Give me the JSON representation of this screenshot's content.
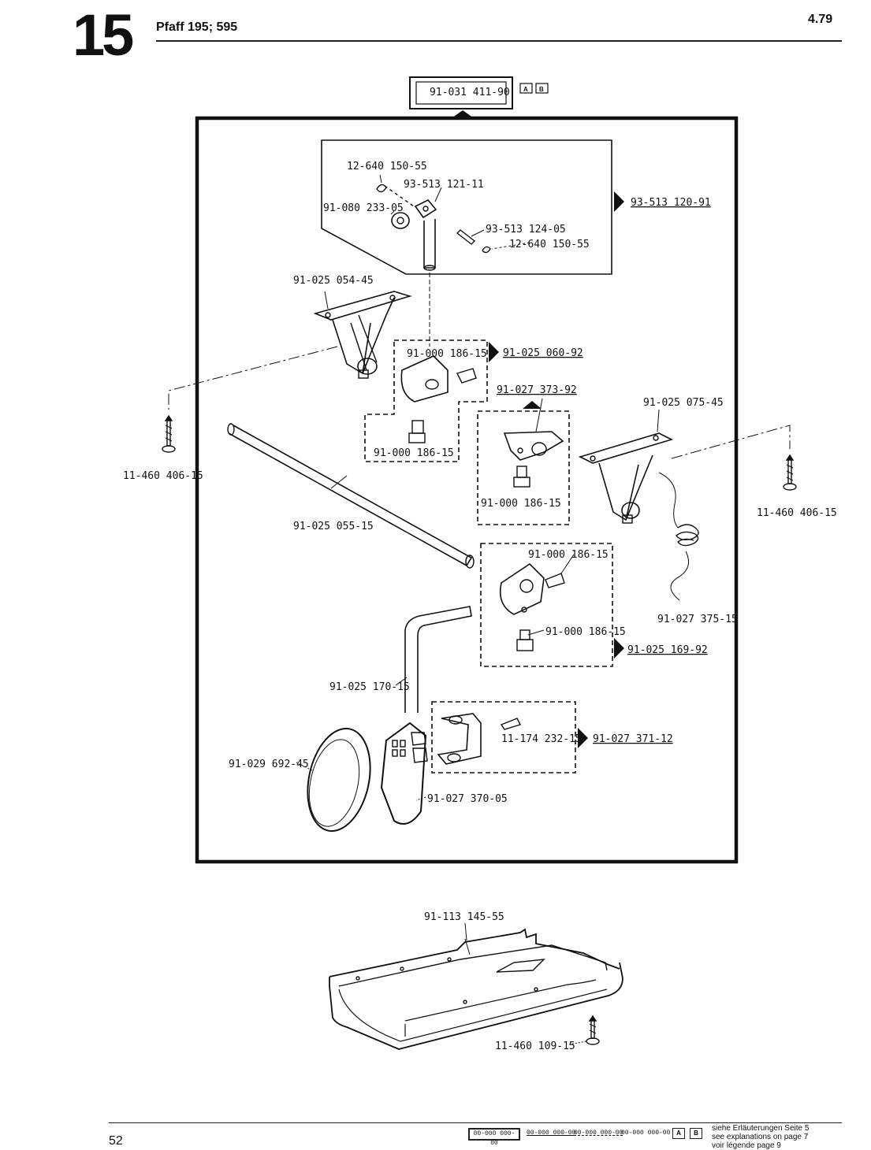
{
  "header": {
    "chapter": "15",
    "model": "Pfaff 195; 595",
    "date": "4.79"
  },
  "footer": {
    "page": "52",
    "legend_items": [
      "00-000 000-00",
      "00-000 000-00",
      "00-000 000-00",
      "00-000 000-00"
    ],
    "legend_a": "A",
    "legend_b": "B",
    "explanations": [
      "siehe Erläuterungen Seite 5",
      "see explanations on page 7",
      "voir légende page 9"
    ]
  },
  "diagram": {
    "main_assembly": "91-031 411-90",
    "badge_a": "A",
    "badge_b": "B",
    "parts": {
      "p_12_640_150_55_a": "12-640 150-55",
      "p_93_513_121_11": "93-513 121-11",
      "p_91_080_233_05": "91-080 233-05",
      "p_93_513_124_05": "93-513 124-05",
      "p_12_640_150_55_b": "12-640 150-55",
      "a_93_513_120_91": "93-513 120-91",
      "p_91_025_054_45": "91-025 054-45",
      "p_91_000_186_15_a": "91-000 186-15",
      "a_91_025_060_92": "91-025 060-92",
      "a_91_027_373_92": "91-027 373-92",
      "p_91_025_075_45": "91-025 075-45",
      "p_11_460_406_15_a": "11-460 406-15",
      "p_91_000_186_15_b": "91-000 186-15",
      "p_91_000_186_15_c": "91-000 186-15",
      "p_11_460_406_15_b": "11-460 406-15",
      "p_91_025_055_15": "91-025 055-15",
      "p_91_000_186_15_d": "91-000 186-15",
      "p_91_027_375_15": "91-027 375-15",
      "p_91_000_186_15_e": "91-000 186-15",
      "a_91_025_169_92": "91-025 169-92",
      "p_91_025_170_15": "91-025 170-15",
      "p_11_174_232_15": "11-174 232-15",
      "a_91_027_371_12": "91-027 371-12",
      "p_91_029_692_45": "91-029 692-45",
      "p_91_027_370_05": "91-027 370-05",
      "p_91_113_145_55": "91-113 145-55",
      "p_11_460_109_15": "11-460 109-15"
    }
  }
}
